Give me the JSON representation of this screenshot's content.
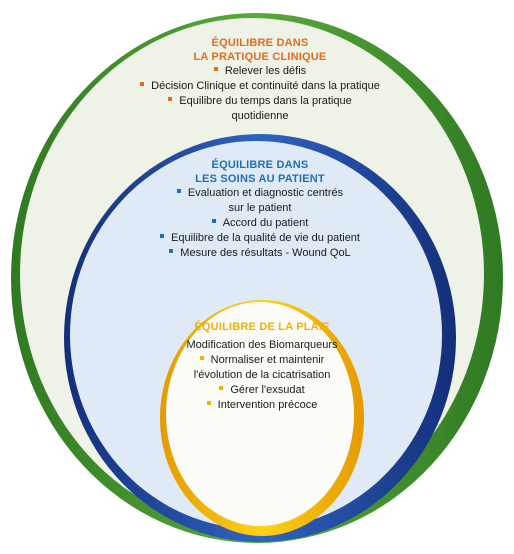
{
  "outer": {
    "title_line1": "ÉQUILIBRE DANS",
    "title_line2": "LA PRATIQUE CLINIQUE",
    "items": [
      "Relever les défis",
      "Décision Clinique et continuité dans la pratique",
      "Equilibre du temps dans la pratique quotidienne"
    ],
    "color": "#3d8a2b"
  },
  "middle": {
    "title_line1": "ÉQUILIBRE DANS",
    "title_line2": "LES SOINS AU PATIENT",
    "items": [
      "Evaluation et diagnostic centrés sur le patient",
      "Accord du patient",
      "Equilibre de la qualité de vie du patient",
      "Mesure des résultats - Wound QoL"
    ],
    "color": "#1f3f8f"
  },
  "inner": {
    "title": "ÉQUILIBRE DE LA PLAIE",
    "lead": "Modification des Biomarqueurs",
    "items": [
      "Normaliser et maintenir l'évolution de la cicatrisation",
      "Gérer l'exsudat",
      "Intervention précoce"
    ],
    "color": "#f5b400"
  }
}
